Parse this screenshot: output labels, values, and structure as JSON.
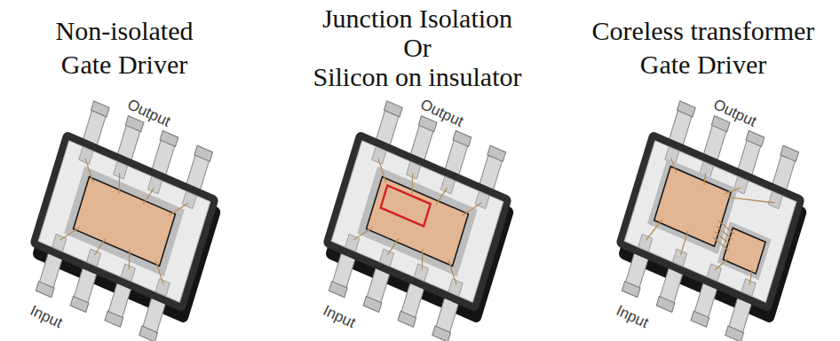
{
  "diagram": {
    "nodes": [
      {
        "text": [
          "Output",
          "Input"
        ]
      },
      {
        "text": [
          "Output",
          "Input"
        ]
      },
      {
        "text": [
          "Output",
          "Input"
        ]
      }
    ],
    "labels": [
      "Non-isolated Gate Driver",
      "Junction Isolation",
      "Or",
      "Silicon on insulator",
      "Coreless transformer Gate Driver"
    ]
  }
}
